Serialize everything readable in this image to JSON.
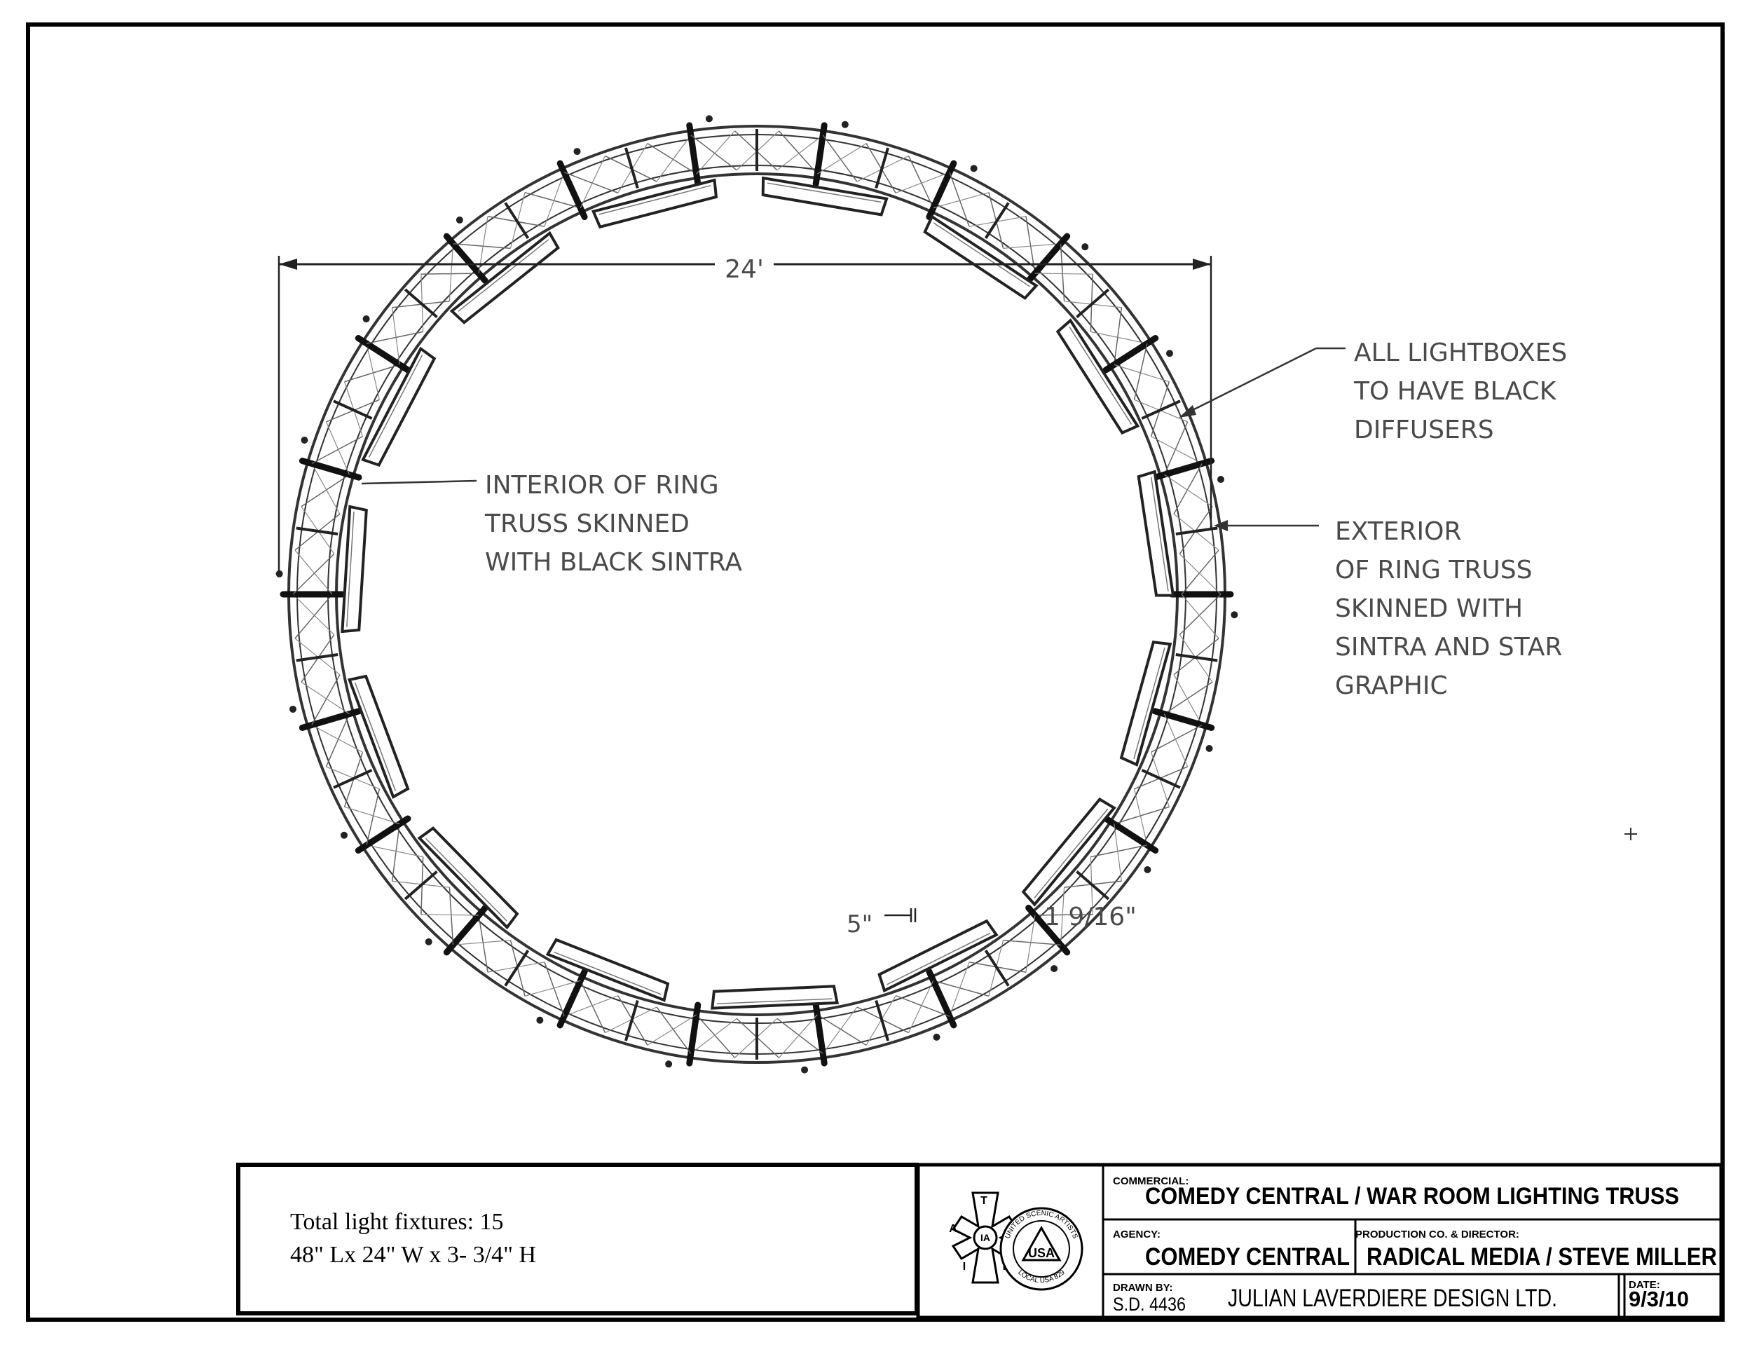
{
  "drawing": {
    "dimension_label": "24'",
    "dim_5in_label": "5\"",
    "dim_1_9_16_label": "1 9/16\"",
    "note_interior": [
      "INTERIOR OF RING",
      "TRUSS SKINNED",
      "WITH BLACK SINTRA"
    ],
    "note_lightboxes": [
      "ALL LIGHTBOXES",
      "TO HAVE BLACK",
      "DIFFUSERS"
    ],
    "note_exterior": [
      "EXTERIOR",
      "OF RING TRUSS",
      "SKINNED WITH",
      "SINTRA AND STAR",
      "GRAPHIC"
    ],
    "truss_segments": 22,
    "light_boxes": 15
  },
  "notes_box": {
    "line1": "Total light fixtures: 15",
    "line2": "48\" Lx 24\" W x 3- 3/4\" H"
  },
  "logo": {
    "letters": [
      "I",
      "A",
      "T",
      "S",
      "E",
      "IA"
    ],
    "ring_text_top": "UNITED SCENIC ARTISTS",
    "ring_text_bottom": "LOCAL USA 829",
    "usa": "USA"
  },
  "title_block": {
    "commercial_label": "COMMERCIAL:",
    "commercial_value": "COMEDY CENTRAL / WAR ROOM LIGHTING TRUSS",
    "agency_label": "AGENCY:",
    "agency_value": "COMEDY CENTRAL",
    "production_label": "PRODUCTION CO. & DIRECTOR:",
    "production_value": "RADICAL MEDIA / STEVE MILLER",
    "drawn_by_label": "DRAWN BY:",
    "drawn_by_value": "S.D. 4436",
    "company": "JULIAN LAVERDIERE DESIGN LTD.",
    "date_label": "DATE:",
    "date_value": "9/3/10"
  }
}
